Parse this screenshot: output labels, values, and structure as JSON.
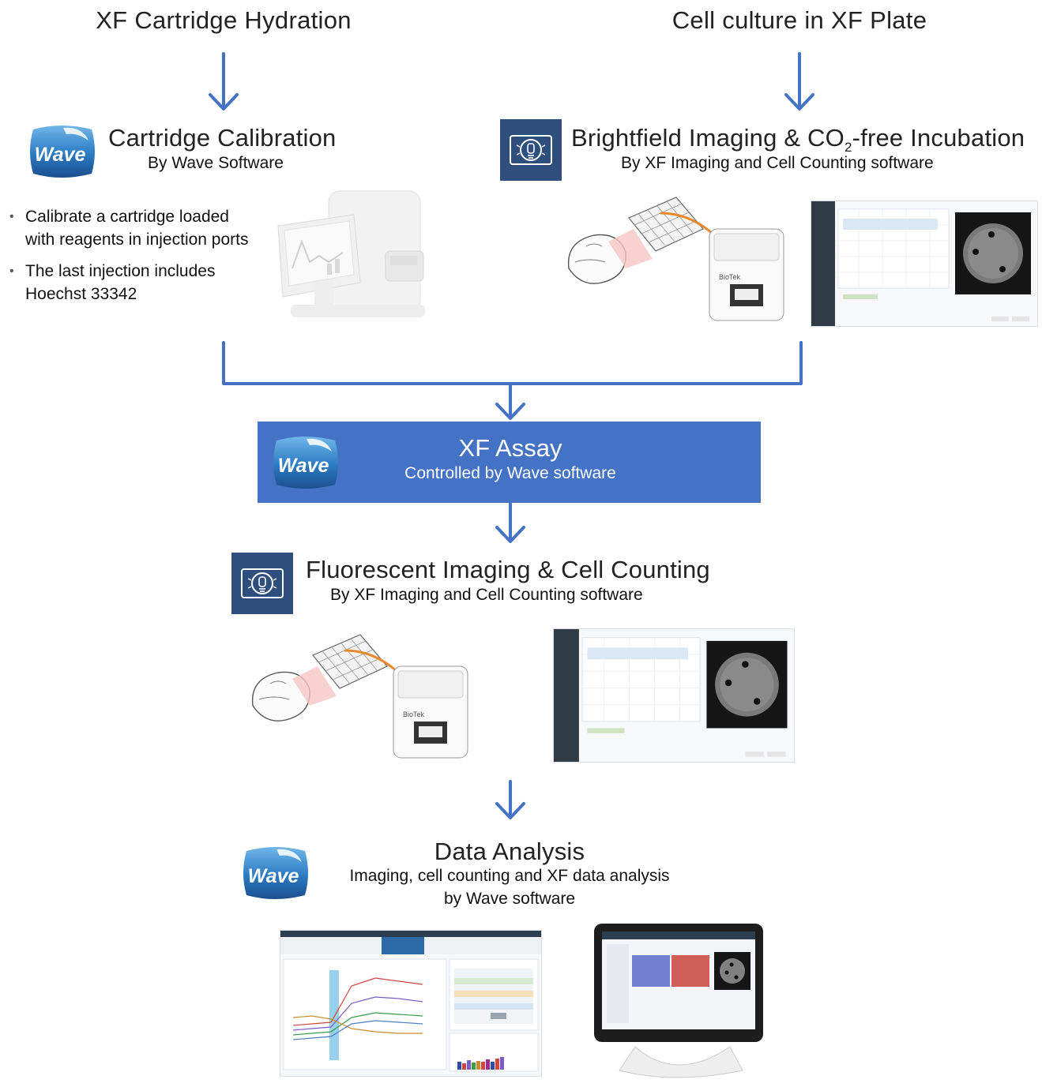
{
  "top": {
    "left_title": "XF Cartridge Hydration",
    "right_title": "Cell culture in XF Plate"
  },
  "calibration": {
    "title": "Cartridge Calibration",
    "subtitle": "By Wave Software",
    "bullets": [
      "Calibrate a cartridge loaded with reagents in injection ports",
      "The last injection includes Hoechst 33342"
    ]
  },
  "brightfield": {
    "title_prefix": "Brightfield Imaging & CO",
    "title_sub": "2",
    "title_suffix": "-free Incubation",
    "subtitle": "By XF Imaging and Cell Counting software"
  },
  "assay": {
    "title": "XF Assay",
    "subtitle": "Controlled by Wave software"
  },
  "fluorescent": {
    "title": "Fluorescent Imaging & Cell Counting",
    "subtitle": "By XF Imaging and Cell Counting software"
  },
  "analysis": {
    "title": "Data Analysis",
    "subtitle_line1": "Imaging, cell counting and XF data analysis",
    "subtitle_line2": "by Wave software"
  },
  "logos": {
    "wave_text": "Wave"
  },
  "colors": {
    "arrow": "#4472c4",
    "assay_box": "#4472c4",
    "imager_icon_bg": "#2e4f7d"
  }
}
